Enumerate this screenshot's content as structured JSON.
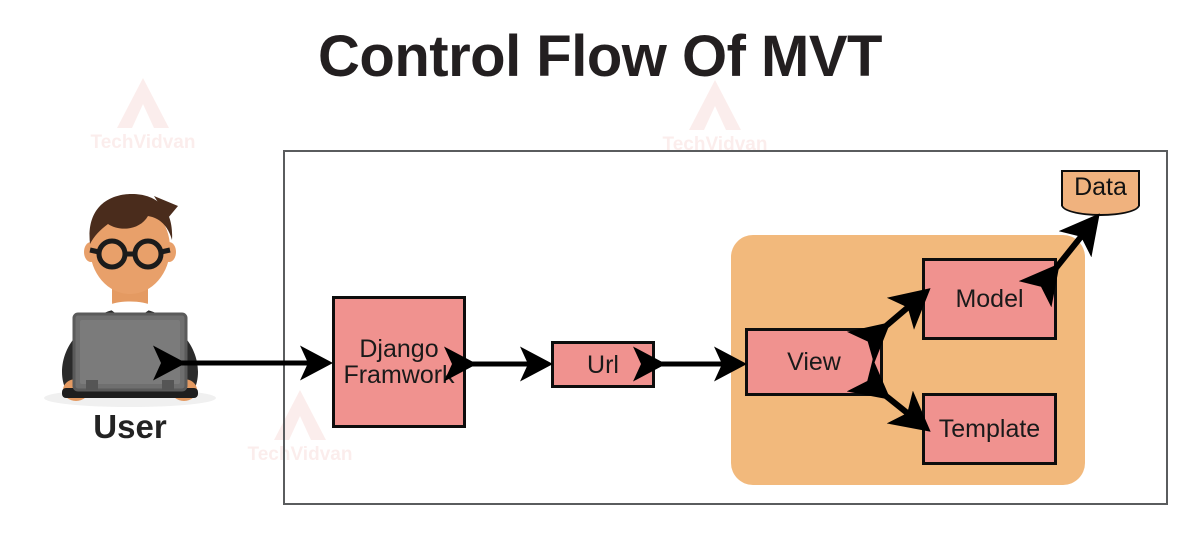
{
  "title": "Control Flow Of MVT",
  "watermark": {
    "text": "TechVidvan",
    "color": "#e2574c"
  },
  "colors": {
    "box_fill": "#f0928f",
    "box_border": "#0d0d0d",
    "group_fill": "#f2b97c",
    "cylinder_fill": "#f0b27e",
    "frame_border": "#5a5c5e",
    "title_color": "#231f20",
    "arrow_color": "#000000"
  },
  "actor": {
    "label": "User",
    "icon": "person-at-laptop-illustration"
  },
  "diagram": {
    "frame_name": "system-boundary",
    "nodes": [
      {
        "id": "django",
        "label": "Django\nFramwork",
        "shape": "rect"
      },
      {
        "id": "url",
        "label": "Url",
        "shape": "rect"
      },
      {
        "id": "view",
        "label": "View",
        "shape": "rect"
      },
      {
        "id": "model",
        "label": "Model",
        "shape": "rect"
      },
      {
        "id": "template",
        "label": "Template",
        "shape": "rect"
      },
      {
        "id": "data",
        "label": "Data",
        "shape": "cylinder"
      }
    ],
    "group": {
      "id": "mvt-group",
      "label": "",
      "members": [
        "view",
        "model",
        "template"
      ]
    },
    "edges": [
      {
        "from": "user",
        "to": "django",
        "type": "bidirectional"
      },
      {
        "from": "django",
        "to": "url",
        "type": "bidirectional"
      },
      {
        "from": "url",
        "to": "view",
        "type": "bidirectional"
      },
      {
        "from": "view",
        "to": "model",
        "type": "bidirectional"
      },
      {
        "from": "view",
        "to": "template",
        "type": "bidirectional"
      },
      {
        "from": "model",
        "to": "data",
        "type": "bidirectional"
      }
    ]
  }
}
